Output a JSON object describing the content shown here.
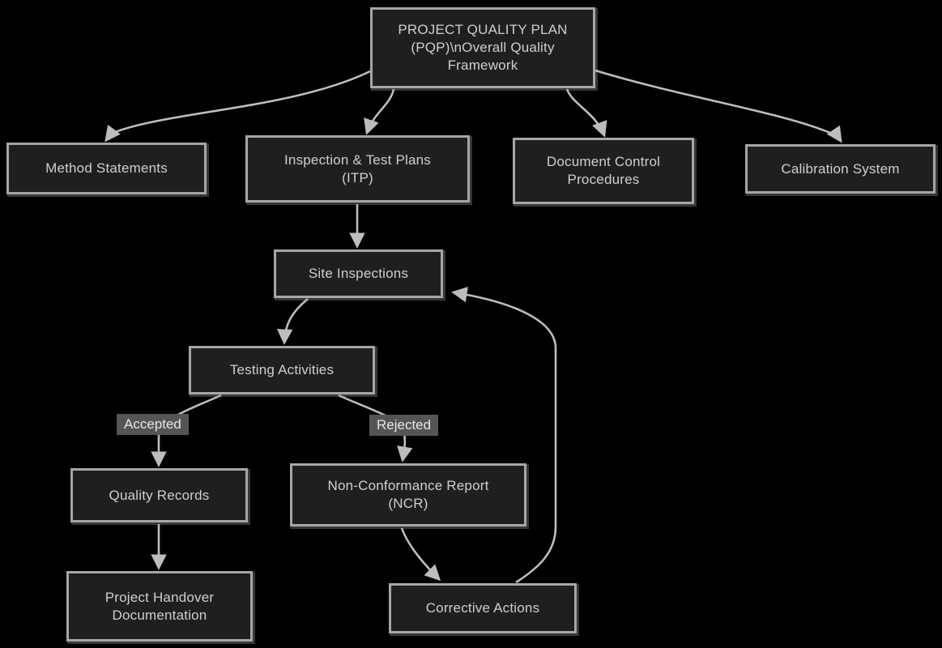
{
  "diagram": {
    "type": "flowchart",
    "background_color": "#000000",
    "node_fill_color": "#1f1f20",
    "node_border_color": "#a6a6a6",
    "node_text_color": "#cfcfcf",
    "edge_color": "#bdbdbd",
    "edge_label_bg_color": "#555555",
    "edge_label_text_color": "#e6e6e6",
    "nodes": [
      {
        "id": "pqp",
        "label": "PROJECT QUALITY PLAN (PQP)\\nOverall Quality Framework"
      },
      {
        "id": "method-statements",
        "label": "Method Statements"
      },
      {
        "id": "itp",
        "label": "Inspection & Test Plans (ITP)"
      },
      {
        "id": "document-control",
        "label": "Document Control Procedures"
      },
      {
        "id": "calibration",
        "label": "Calibration System"
      },
      {
        "id": "site-inspections",
        "label": "Site Inspections"
      },
      {
        "id": "testing-activities",
        "label": "Testing Activities"
      },
      {
        "id": "quality-records",
        "label": "Quality Records"
      },
      {
        "id": "ncr",
        "label": "Non-Conformance Report (NCR)"
      },
      {
        "id": "corrective-actions",
        "label": "Corrective Actions"
      },
      {
        "id": "handover",
        "label": "Project Handover Documentation"
      }
    ],
    "edges": [
      {
        "from": "pqp",
        "to": "method-statements",
        "label": ""
      },
      {
        "from": "pqp",
        "to": "itp",
        "label": ""
      },
      {
        "from": "pqp",
        "to": "document-control",
        "label": ""
      },
      {
        "from": "pqp",
        "to": "calibration",
        "label": ""
      },
      {
        "from": "itp",
        "to": "site-inspections",
        "label": ""
      },
      {
        "from": "site-inspections",
        "to": "testing-activities",
        "label": ""
      },
      {
        "from": "testing-activities",
        "to": "quality-records",
        "label": "Accepted"
      },
      {
        "from": "testing-activities",
        "to": "ncr",
        "label": "Rejected"
      },
      {
        "from": "quality-records",
        "to": "handover",
        "label": ""
      },
      {
        "from": "ncr",
        "to": "corrective-actions",
        "label": ""
      },
      {
        "from": "corrective-actions",
        "to": "site-inspections",
        "label": ""
      }
    ]
  }
}
